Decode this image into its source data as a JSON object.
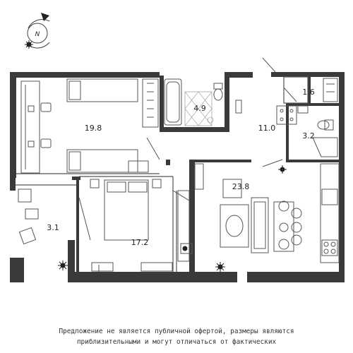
{
  "compass": {
    "label": "N",
    "icon": "compass-icon"
  },
  "rooms": [
    {
      "id": "bedroom-left",
      "area": "19.8"
    },
    {
      "id": "bathroom",
      "area": "4.9"
    },
    {
      "id": "hallway",
      "area": "11.0"
    },
    {
      "id": "storage",
      "area": "1.6"
    },
    {
      "id": "toilet",
      "area": "3.2"
    },
    {
      "id": "living-kitchen",
      "area": "23.8"
    },
    {
      "id": "balcony",
      "area": "3.1"
    },
    {
      "id": "bedroom-main",
      "area": "17.2"
    }
  ],
  "disclaimer": {
    "line1": "Предложение не является публичной офертой, размеры являются",
    "line2": "приблизительными и могут отличаться от фактических"
  },
  "colors": {
    "wall": "#3a3a3a",
    "line": "#555555",
    "background": "#ffffff"
  }
}
